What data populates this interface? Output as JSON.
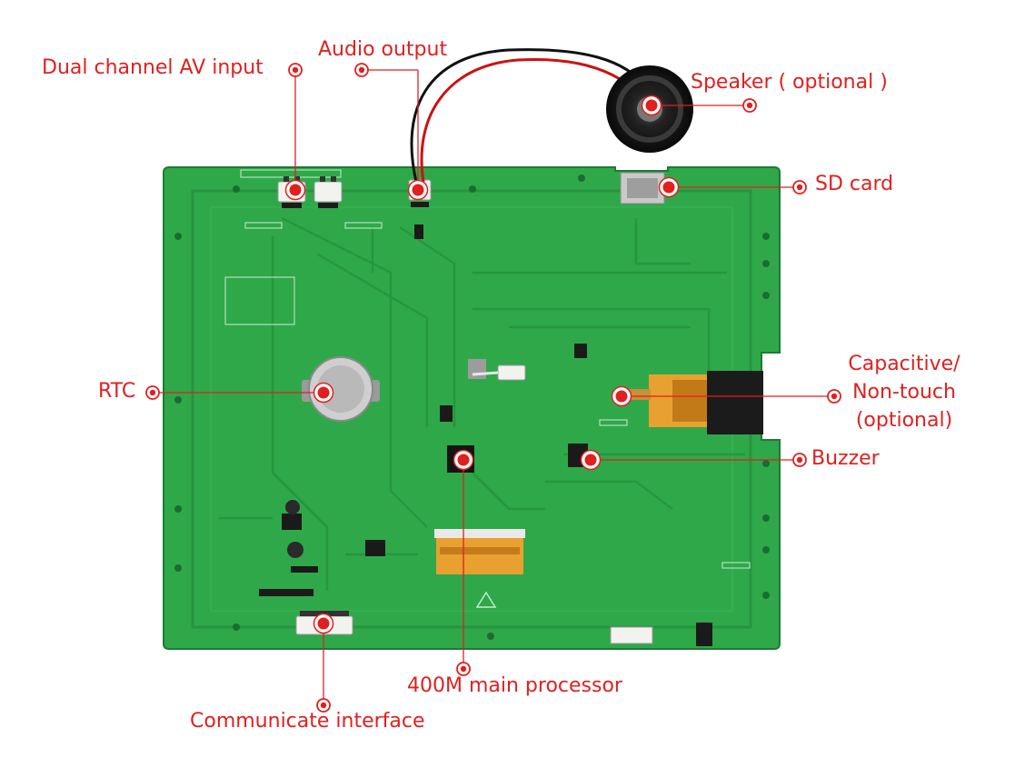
{
  "colors": {
    "accent": "#e0201f",
    "pcb_green": "#2fa84a",
    "pcb_green_dark": "#1f7a35",
    "trace_green": "#279440",
    "connector_white": "#f2f2ee",
    "ribbon_orange": "#e8a030"
  },
  "callouts": {
    "av_input": "Dual channel AV input",
    "audio_output": "Audio output",
    "speaker": "Speaker ( optional )",
    "sd_card": "SD card",
    "rtc": "RTC",
    "capacitive_line1": "Capacitive/",
    "capacitive_line2": "Non-touch",
    "capacitive_line3": "(optional)",
    "buzzer": "Buzzer",
    "processor": "400M main processor",
    "communicate": "Communicate interface"
  },
  "icons": [
    "callout-marker-icon",
    "speaker-icon",
    "coin-cell-battery-icon",
    "esd-warning-icon"
  ]
}
